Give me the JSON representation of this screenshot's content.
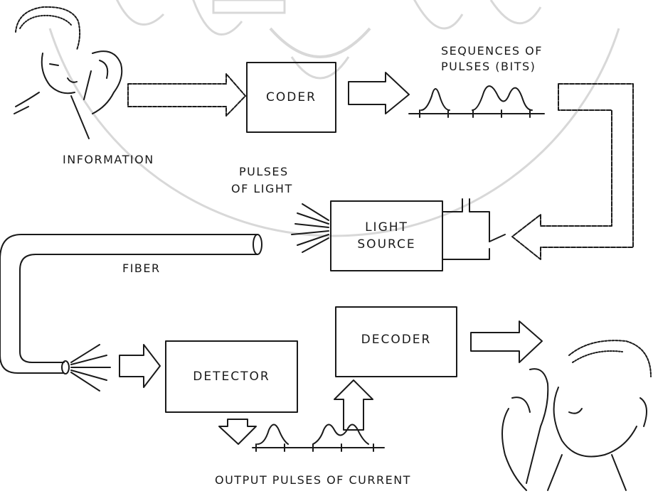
{
  "diagram": {
    "labels": {
      "information": "INFORMATION",
      "coder": "CODER",
      "sequences_line1": "SEQUENCES OF",
      "sequences_line2": "PULSES (BITS)",
      "pulses_of_light_line1": "PULSES",
      "pulses_of_light_line2": "OF LIGHT",
      "light_source_line1": "LIGHT",
      "light_source_line2": "SOURCE",
      "fiber": "FIBER",
      "decoder": "DECODER",
      "detector": "DETECTOR",
      "output_pulses": "OUTPUT PULSES OF CURRENT"
    },
    "colors": {
      "ink": "#1a1a1a",
      "watermark": "#d8d8d8",
      "background": "#ffffff"
    },
    "icons": [
      "speaker-figure-icon",
      "listener-figure-icon",
      "telephone-handset-icon",
      "light-rays-icon"
    ]
  }
}
